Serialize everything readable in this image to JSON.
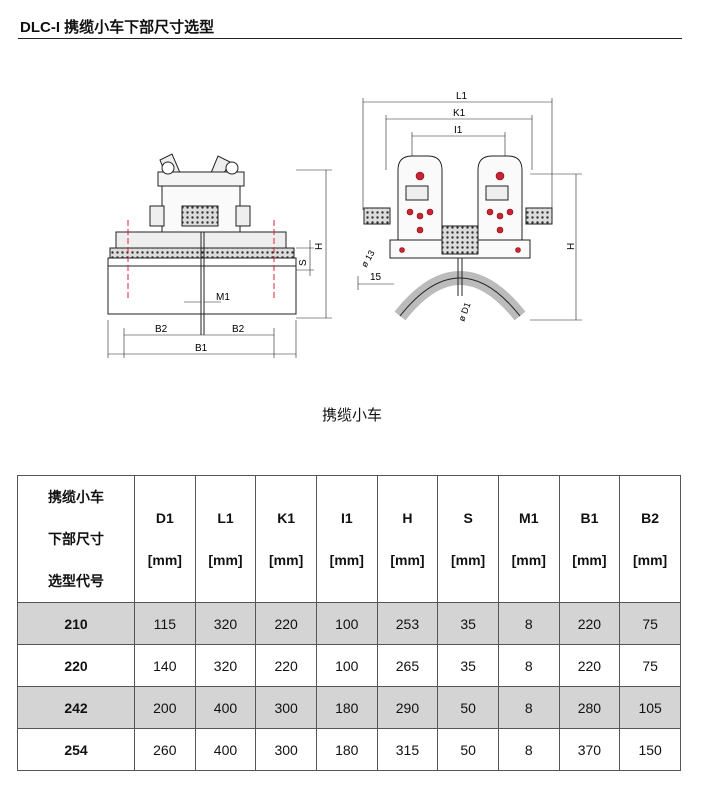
{
  "header": {
    "title": "DLC-I 携缆小车下部尺寸选型"
  },
  "figure": {
    "caption": "携缆小车",
    "dims": {
      "l1": "L1",
      "k1": "K1",
      "i1": "I1",
      "h_right": "H",
      "h_left": "H",
      "s": "S",
      "m1": "M1",
      "b2_left": "B2",
      "b2_right": "B2",
      "b1": "B1",
      "d1": "ø D1",
      "d13": "ø 13",
      "d15": "15"
    }
  },
  "table": {
    "corner": [
      "携缆小车",
      "下部尺寸",
      "选型代号"
    ],
    "columns": [
      {
        "name": "D1",
        "unit": "[mm]"
      },
      {
        "name": "L1",
        "unit": "[mm]"
      },
      {
        "name": "K1",
        "unit": "[mm]"
      },
      {
        "name": "I1",
        "unit": "[mm]"
      },
      {
        "name": "H",
        "unit": "[mm]"
      },
      {
        "name": "S",
        "unit": "[mm]"
      },
      {
        "name": "M1",
        "unit": "[mm]"
      },
      {
        "name": "B1",
        "unit": "[mm]"
      },
      {
        "name": "B2",
        "unit": "[mm]"
      }
    ],
    "rows": [
      {
        "code": "210",
        "values": [
          "115",
          "320",
          "220",
          "100",
          "253",
          "35",
          "8",
          "220",
          "75"
        ]
      },
      {
        "code": "220",
        "values": [
          "140",
          "320",
          "220",
          "100",
          "265",
          "35",
          "8",
          "220",
          "75"
        ]
      },
      {
        "code": "242",
        "values": [
          "200",
          "400",
          "300",
          "180",
          "290",
          "50",
          "8",
          "280",
          "105"
        ]
      },
      {
        "code": "254",
        "values": [
          "260",
          "400",
          "300",
          "180",
          "315",
          "50",
          "8",
          "370",
          "150"
        ]
      }
    ]
  }
}
